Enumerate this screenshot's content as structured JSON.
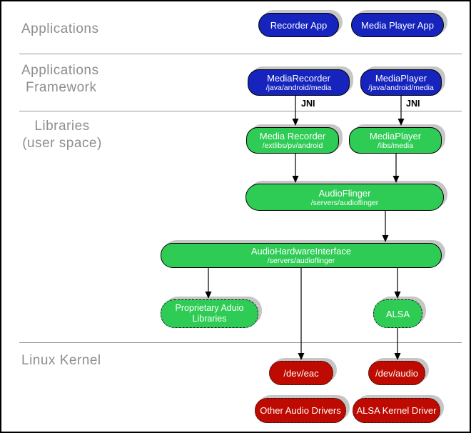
{
  "sections": {
    "row1": "Applications",
    "row2_line1": "Applications",
    "row2_line2": "Framework",
    "row3_line1": "Libraries",
    "row3_line2": "(user space)",
    "row4": "Linux Kernel"
  },
  "edges": {
    "jni_label": "JNI"
  },
  "nodes": {
    "recorder_app": {
      "label": "Recorder App"
    },
    "media_player_app": {
      "label": "Media Player App"
    },
    "media_recorder_fw": {
      "label": "MediaRecorder",
      "path": "/java/android/media"
    },
    "media_player_fw": {
      "label": "MediaPlayer",
      "path": "/java/android/media"
    },
    "media_recorder_lib": {
      "label": "Media Recorder",
      "path": "/extlibs/pv/android"
    },
    "media_player_lib": {
      "label": "MediaPlayer",
      "path": "/libs/media"
    },
    "audioflinger": {
      "label": "AudioFlinger",
      "path": "/servers/audioflinger"
    },
    "audio_hw_interface": {
      "label": "AudioHardwareInterface",
      "path": "/servers/audioflinger"
    },
    "proprietary_libs": {
      "label": "Proprietary Aduio",
      "label2": "Libraries"
    },
    "alsa": {
      "label": "ALSA"
    },
    "dev_eac": {
      "label": "/dev/eac"
    },
    "dev_audio": {
      "label": "/dev/audio"
    },
    "other_audio_drivers": {
      "label": "Other Audio Drivers"
    },
    "alsa_kernel_driver": {
      "label": "ALSA Kernel Driver"
    }
  },
  "colors": {
    "framework_blue": "#1623bd",
    "library_green": "#2ecc55",
    "kernel_red": "#be0a00",
    "shadow_gray": "#c6c6c6",
    "section_label_gray": "#8e8e8e",
    "divider_gray": "#9a9a9a",
    "connector_black": "#000000"
  }
}
